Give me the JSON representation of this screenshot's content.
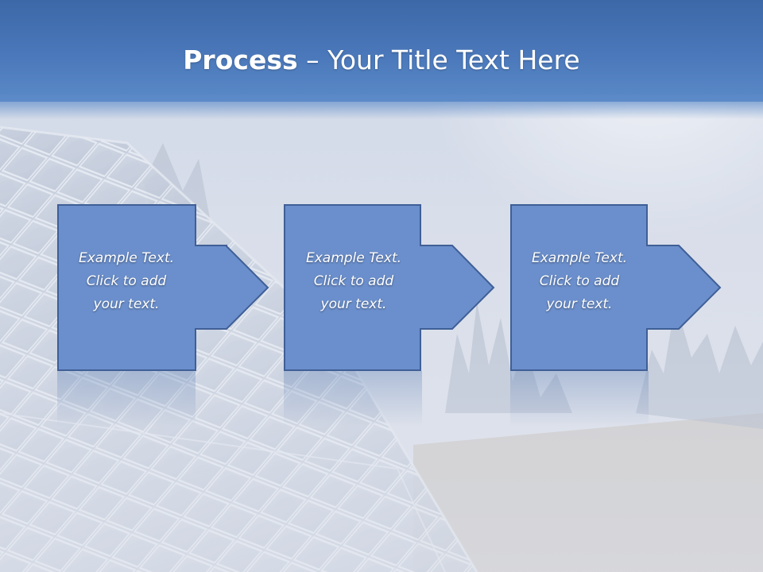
{
  "slide": {
    "title_bold": "Process",
    "title_rest": " – Your Title Text Here"
  },
  "steps": [
    {
      "line1": "Example Text.",
      "line2": "Click  to add",
      "line3": "your text."
    },
    {
      "line1": "Example Text.",
      "line2": "Click  to add",
      "line3": "your text."
    },
    {
      "line1": "Example Text.",
      "line2": "Click  to add",
      "line3": "your text."
    }
  ],
  "colors": {
    "header": "#4a78ba",
    "shape_fill": "#6b8fcc",
    "shape_stroke": "#3f5f96",
    "title_text": "#ffffff"
  }
}
